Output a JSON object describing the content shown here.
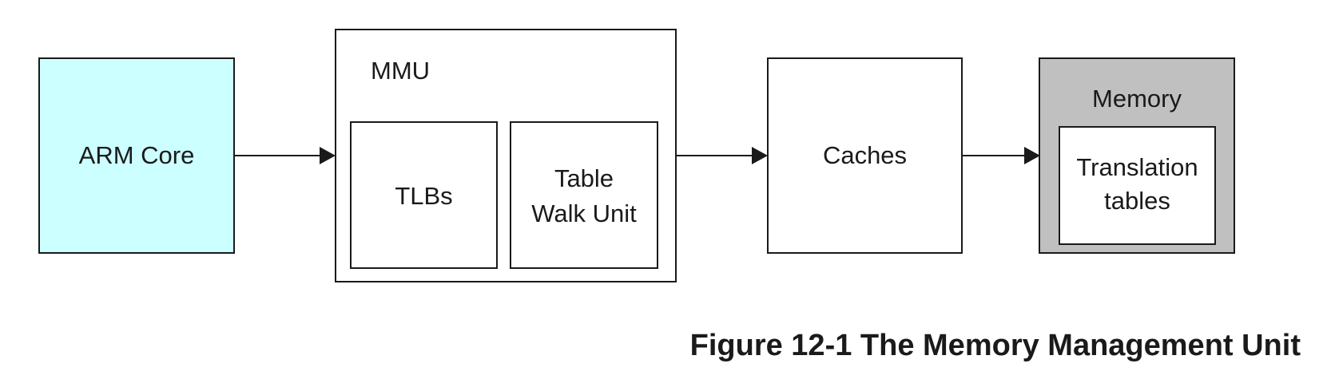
{
  "diagram": {
    "arm_core": {
      "label": "ARM Core",
      "fill": "#ccffff"
    },
    "mmu": {
      "label": "MMU",
      "tlbs": {
        "label": "TLBs"
      },
      "table_walk_unit": {
        "label_line1": "Table",
        "label_line2": "Walk Unit"
      }
    },
    "caches": {
      "label": "Caches"
    },
    "memory": {
      "label": "Memory",
      "fill": "#c0c0c0",
      "translation_tables": {
        "label_line1": "Translation",
        "label_line2": "tables"
      }
    }
  },
  "caption": "Figure 12-1 The Memory Management Unit"
}
